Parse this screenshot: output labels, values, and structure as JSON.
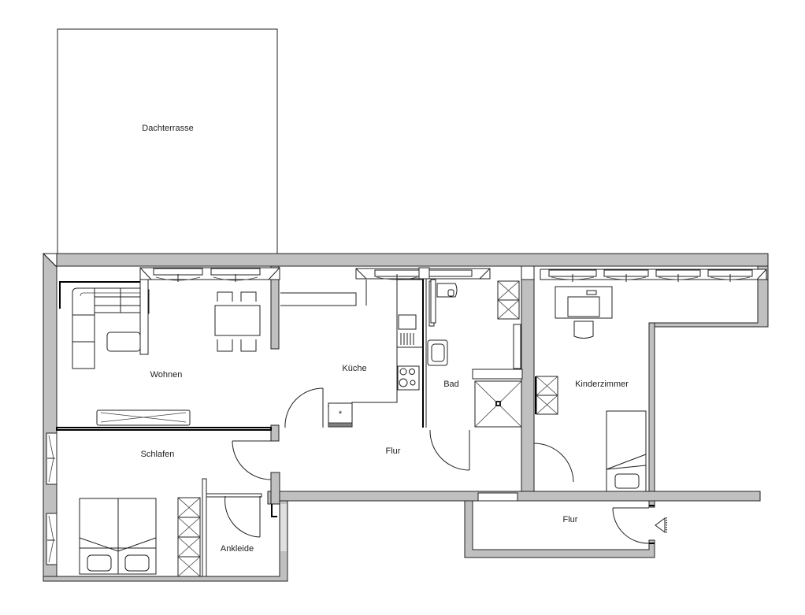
{
  "plan": {
    "type": "floor-plan",
    "colors": {
      "wall_fill": "#c0c0c0",
      "line": "#202020",
      "background": "#ffffff"
    },
    "rooms": [
      {
        "id": "dachterrasse",
        "label": "Dachterrasse"
      },
      {
        "id": "wohnen",
        "label": "Wohnen"
      },
      {
        "id": "kueche",
        "label": "Küche"
      },
      {
        "id": "bad",
        "label": "Bad"
      },
      {
        "id": "kinderzimmer",
        "label": "Kinderzimmer"
      },
      {
        "id": "schlafen",
        "label": "Schlafen"
      },
      {
        "id": "flur-main",
        "label": "Flur"
      },
      {
        "id": "ankleide",
        "label": "Ankleide"
      },
      {
        "id": "flur-entrance",
        "label": "Flur"
      }
    ],
    "furniture": [
      "corner-sofa",
      "armchair",
      "dining-table",
      "dining-chairs",
      "tv-sideboard",
      "kitchen-counter",
      "kitchen-sink",
      "cooktop",
      "fridge",
      "toilet",
      "washbasin",
      "shower",
      "bathroom-cabinet",
      "desk",
      "desk-chair",
      "single-bed",
      "wardrobe-kinderzimmer",
      "double-bed",
      "wardrobe-schlafen"
    ],
    "symbols": {
      "entrance": "entrance-arrow-icon"
    }
  }
}
